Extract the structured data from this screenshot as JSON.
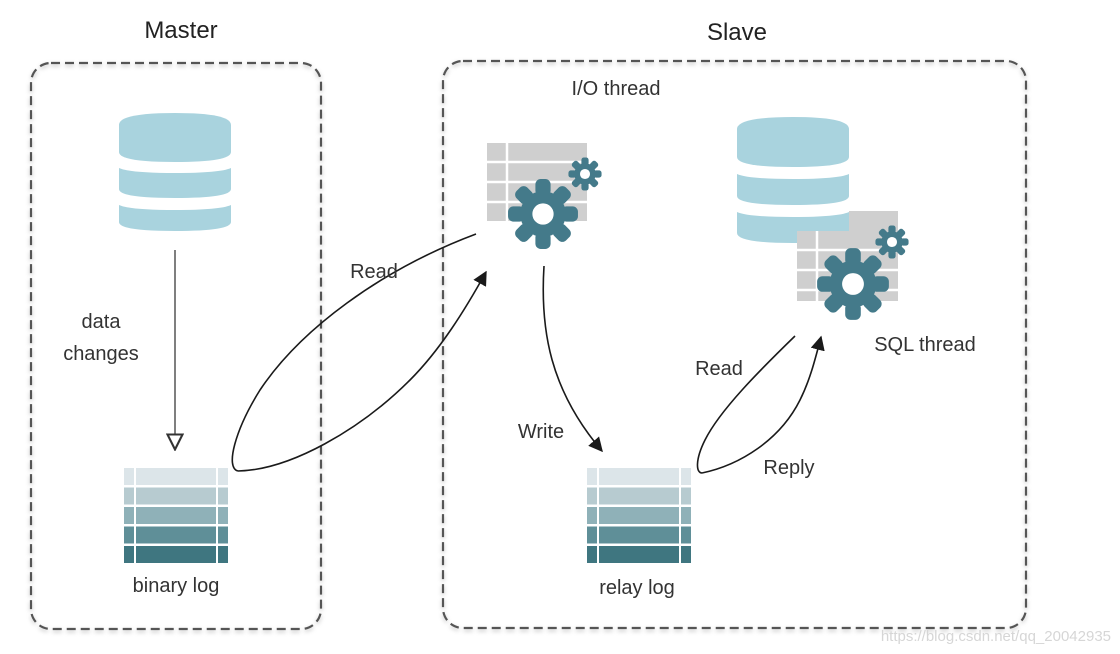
{
  "diagram": {
    "master": {
      "title": "Master",
      "data_changes_label": [
        "data",
        "changes"
      ],
      "binary_log_label": "binary log"
    },
    "slave": {
      "title": "Slave",
      "io_thread_label": "I/O thread",
      "sql_thread_label": "SQL thread",
      "relay_log_label": "relay log"
    },
    "edges": {
      "read_master": "Read",
      "write_relay": "Write",
      "read_relay": "Read",
      "reply": "Reply"
    },
    "watermark": "https://blog.csdn.net/qq_20042935",
    "colors": {
      "database": "#a9d3de",
      "gear": "#447a8a",
      "table_grid": "#cfcfcf",
      "log_rows": [
        "#dce5e9",
        "#b7cbd0",
        "#8fb1b8",
        "#5f8f98",
        "#3f7680"
      ],
      "border": "#555555",
      "arrow": "#1a1a1a"
    }
  }
}
